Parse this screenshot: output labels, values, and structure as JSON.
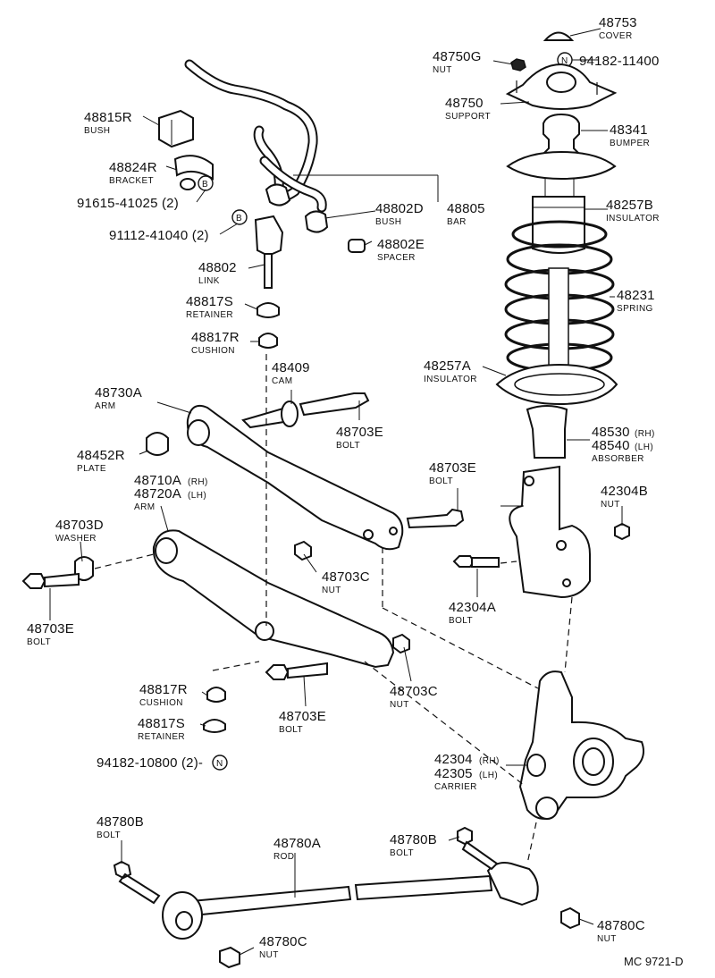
{
  "diagram_code": "MC 9721-D",
  "parts": {
    "p48753": {
      "number": "48753",
      "name": "COVER"
    },
    "p48750g": {
      "number": "48750G",
      "name": "NUT"
    },
    "p94182_11400": {
      "number": "94182-11400",
      "circle": "N"
    },
    "p48750": {
      "number": "48750",
      "name": "SUPPORT"
    },
    "p48341": {
      "number": "48341",
      "name": "BUMPER"
    },
    "p48257b": {
      "number": "48257B",
      "name": "INSULATOR"
    },
    "p48231": {
      "number": "48231",
      "name": "SPRING"
    },
    "p48257a": {
      "number": "48257A",
      "name": "INSULATOR"
    },
    "p48530": {
      "number": "48530",
      "suffix": "(RH)",
      "number2": "48540",
      "suffix2": "(LH)",
      "name": "ABSORBER"
    },
    "p42304b": {
      "number": "42304B",
      "name": "NUT"
    },
    "p42304a": {
      "number": "42304A",
      "name": "BOLT"
    },
    "p42304": {
      "number": "42304",
      "suffix": "(RH)",
      "number2": "42305",
      "suffix2": "(LH)",
      "name": "CARRIER"
    },
    "p48815r": {
      "number": "48815R",
      "name": "BUSH"
    },
    "p48824r": {
      "number": "48824R",
      "name": "BRACKET"
    },
    "p91615": {
      "number": "91615-41025 (2)",
      "circle": "B"
    },
    "p91112": {
      "number": "91112-41040 (2)",
      "circle": "B"
    },
    "p48802d": {
      "number": "48802D",
      "name": "BUSH"
    },
    "p48805": {
      "number": "48805",
      "name": "BAR"
    },
    "p48802e": {
      "number": "48802E",
      "name": "SPACER"
    },
    "p48802": {
      "number": "48802",
      "name": "LINK"
    },
    "p48817s_top": {
      "number": "48817S",
      "name": "RETAINER"
    },
    "p48817r_top": {
      "number": "48817R",
      "name": "CUSHION"
    },
    "p48409": {
      "number": "48409",
      "name": "CAM"
    },
    "p48730a": {
      "number": "48730A",
      "name": "ARM"
    },
    "p48703e_a": {
      "number": "48703E",
      "name": "BOLT"
    },
    "p48452r": {
      "number": "48452R",
      "name": "PLATE"
    },
    "p48703e_b": {
      "number": "48703E",
      "name": "BOLT"
    },
    "p48710a": {
      "number": "48710A",
      "suffix": "(RH)",
      "number2": "48720A",
      "suffix2": "(LH)",
      "name": "ARM"
    },
    "p48703d": {
      "number": "48703D",
      "name": "WASHER"
    },
    "p48703c_a": {
      "number": "48703C",
      "name": "NUT"
    },
    "p48703e_c": {
      "number": "48703E",
      "name": "BOLT"
    },
    "p48817r_bot": {
      "number": "48817R",
      "name": "CUSHION"
    },
    "p48703c_b": {
      "number": "48703C",
      "name": "NUT"
    },
    "p48817s_bot": {
      "number": "48817S",
      "name": "RETAINER"
    },
    "p48703e_d": {
      "number": "48703E",
      "name": "BOLT"
    },
    "p94182_10800": {
      "number": "94182-10800 (2)-",
      "circle": "N"
    },
    "p48780b_a": {
      "number": "48780B",
      "name": "BOLT"
    },
    "p48780a": {
      "number": "48780A",
      "name": "ROD"
    },
    "p48780b_b": {
      "number": "48780B",
      "name": "BOLT"
    },
    "p48780c_a": {
      "number": "48780C",
      "name": "NUT"
    },
    "p48780c_b": {
      "number": "48780C",
      "name": "NUT"
    }
  }
}
